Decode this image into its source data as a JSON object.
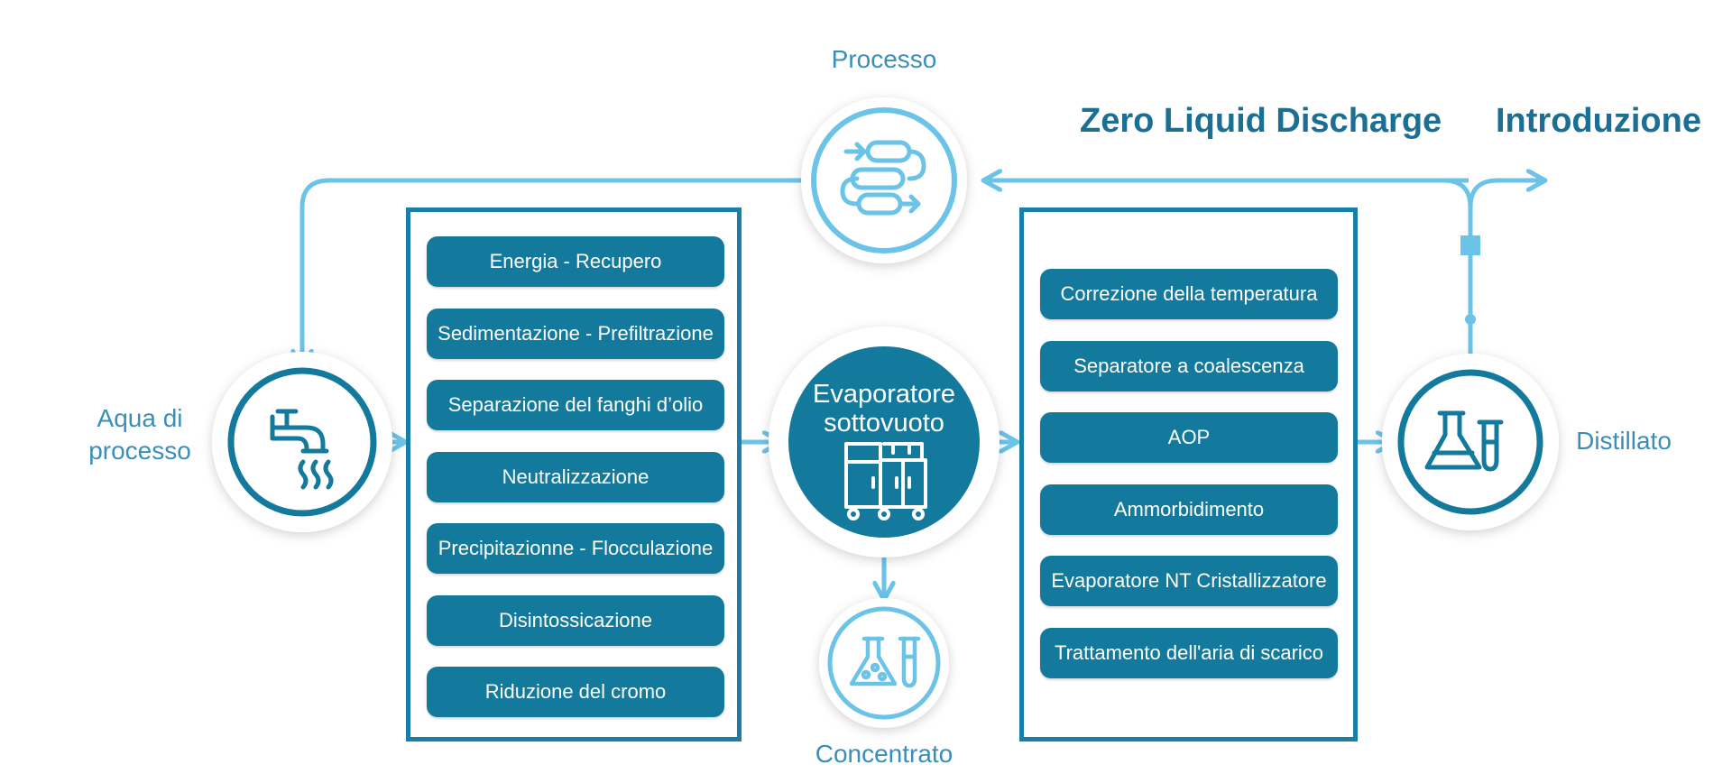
{
  "nav": {
    "zero_liquid": "Zero Liquid Discharge",
    "intro": "Introduzione"
  },
  "labels": {
    "processo": "Processo",
    "aqua_line1": "Aqua di",
    "aqua_line2": "processo",
    "distillato": "Distillato",
    "concentrato": "Concentrato",
    "evap_line1": "Evaporatore",
    "evap_line2": "sottovuoto"
  },
  "left_steps": [
    "Energia - Recupero",
    "Sedimentazione - Prefiltrazione",
    "Separazione del fanghi d’olio",
    "Neutralizzazione",
    "Precipitazionne - Flocculazione",
    "Disintossicazione",
    "Riduzione del cromo"
  ],
  "right_steps": [
    "Correzione della temperatura",
    "Separatore a coalescenza",
    "AOP",
    "Ammorbidimento",
    "Evaporatore NT Cristallizzatore",
    "Trattamento dell'aria di scarico"
  ],
  "colors": {
    "light": "#6cc3e8",
    "dark": "#147a9d",
    "text": "#3a8fb7"
  },
  "icons": {
    "processo": "process-coils-icon",
    "aqua": "faucet-icon",
    "distillato": "flask-tube-icon",
    "concentrato": "flask-bubbles-icon",
    "evaporatore": "evaporator-machine-icon"
  }
}
